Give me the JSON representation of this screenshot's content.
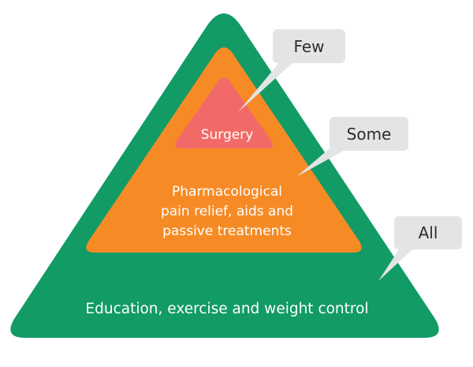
{
  "colors": {
    "base_tier": "#129B65",
    "middle_tier": "#F68B26",
    "top_tier": "#F26A67",
    "callout_bg": "#E3E4E6",
    "callout_text": "#2D2D2D",
    "tier_text": "#FFFFFF"
  },
  "tiers": {
    "base": {
      "label": "Education, exercise and weight control"
    },
    "middle": {
      "lines": [
        "Pharmacological",
        "pain relief, aids and",
        "passive treatments"
      ]
    },
    "top": {
      "label": "Surgery"
    }
  },
  "callouts": {
    "few": "Few",
    "some": "Some",
    "all": "All"
  }
}
